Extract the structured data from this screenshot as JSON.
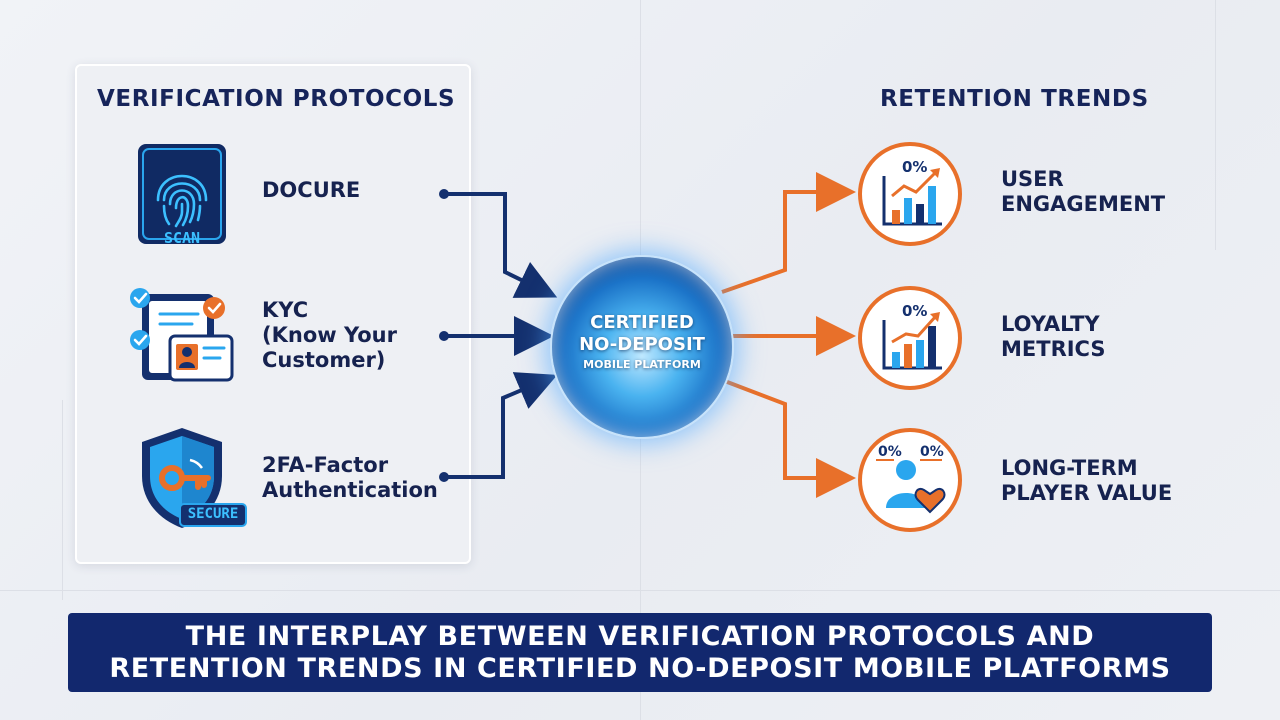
{
  "verification": {
    "title": "VERIFICATION PROTOCOLS",
    "items": [
      {
        "label_lines": [
          "DOCURE"
        ],
        "icon": "fingerprint-scan-icon",
        "badge": "SCAN"
      },
      {
        "label_lines": [
          "KYC",
          "(Know Your",
          "Customer)"
        ],
        "icon": "id-card-check-icon"
      },
      {
        "label_lines": [
          "2FA-Factor",
          "Authentication"
        ],
        "icon": "shield-key-icon",
        "badge": "SECURE"
      }
    ]
  },
  "hub": {
    "lines": [
      "CERTIFIED",
      "NO-DEPOSIT",
      "MOBILE PLATFORM"
    ]
  },
  "retention": {
    "title": "RETENTION TRENDS",
    "items": [
      {
        "label_lines": [
          "USER",
          "ENGAGEMENT"
        ],
        "icon": "bar-chart-trend-icon",
        "value": "0%"
      },
      {
        "label_lines": [
          "LOYALTY",
          "METRICS"
        ],
        "icon": "bar-chart-trend-icon",
        "value": "0%"
      },
      {
        "label_lines": [
          "LONG-TERM",
          "PLAYER VALUE"
        ],
        "icon": "user-heart-icon",
        "value_left": "0%",
        "value_right": "0%"
      }
    ]
  },
  "banner": {
    "lines": [
      "THE INTERPLAY BETWEEN VERIFICATION PROTOCOLS AND",
      "RETENTION TRENDS IN CERTIFIED NO-DEPOSIT MOBILE PLATFORMS"
    ]
  },
  "colors": {
    "navy": "#16245a",
    "orange": "#e8702a",
    "blue_accent": "#1e9be6",
    "banner": "#12286e"
  }
}
